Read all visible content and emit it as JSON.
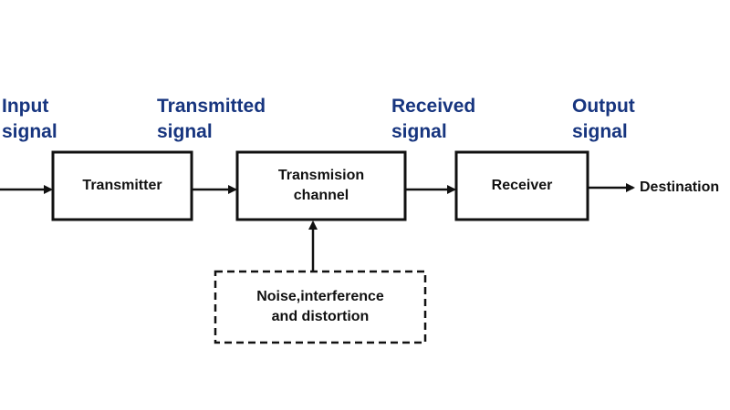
{
  "colors": {
    "signal_label": "#17357f",
    "box_stroke": "#111111",
    "text": "#111111",
    "background": "#ffffff"
  },
  "signals": {
    "input": "Input\nsignal",
    "transmitted": "Transmitted\nsignal",
    "received": "Received\nsignal",
    "output": "Output\nsignal"
  },
  "blocks": {
    "transmitter": "Transmitter",
    "channel": "Transmision\nchannel",
    "receiver": "Receiver",
    "noise": "Noise,interference\nand distortion"
  },
  "destination": "Destination"
}
